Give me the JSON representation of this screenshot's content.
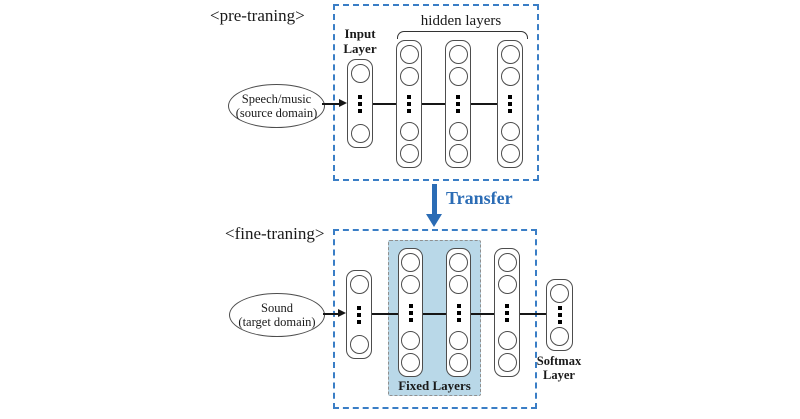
{
  "pretrain": {
    "section_label": "<pre-traning>",
    "input_layer_line1": "Input",
    "input_layer_line2": "Layer",
    "hidden_layers_label": "hidden layers",
    "source_line1": "Speech/music",
    "source_line2": "(source domain)"
  },
  "transfer": {
    "label": "Transfer"
  },
  "finetune": {
    "section_label": "<fine-traning>",
    "target_line1": "Sound",
    "target_line2": "(target domain)",
    "fixed_layers_label": "Fixed Layers",
    "softmax_line1": "Softmax",
    "softmax_line2": "Layer"
  },
  "colors": {
    "dashed_box_border": "#3A7EC6",
    "transfer_blue": "#2B6CB5",
    "fixed_region_fill": "#B9D8E8",
    "fixed_region_border": "#8f8f8f",
    "shape_border": "#4d4d4d",
    "line": "#161616"
  }
}
